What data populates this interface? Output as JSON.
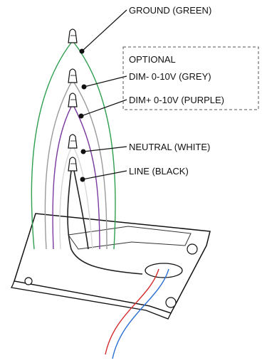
{
  "labels": {
    "ground": "GROUND (GREEN)",
    "optional": "OPTIONAL",
    "dim_minus": "DIM- 0-10V (GREY)",
    "dim_plus": "DIM+ 0-10V (PURPLE)",
    "neutral": "NEUTRAL (WHITE)",
    "line": "LINE (BLACK)"
  },
  "colors": {
    "ground": "#2e9e4f",
    "dim_minus": "#9a9a9a",
    "dim_plus": "#7a3aa0",
    "neutral": "#d8d8d8",
    "line": "#222222",
    "supply_red": "#d42a2a",
    "supply_blue": "#2a6fd4"
  }
}
